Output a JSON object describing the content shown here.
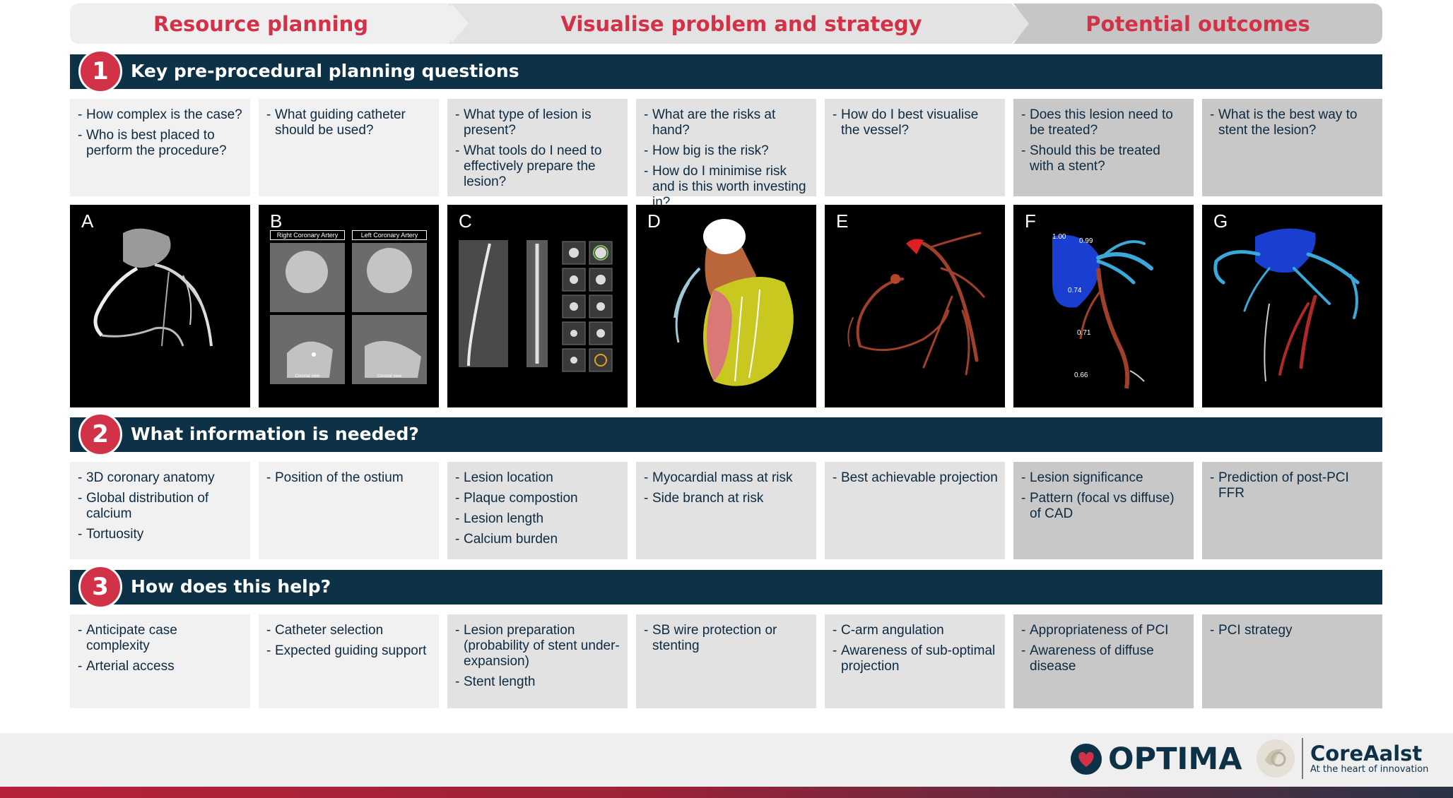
{
  "stages": [
    "Resource planning",
    "Visualise problem and strategy",
    "Potential outcomes"
  ],
  "sections": [
    {
      "num": "1",
      "title": "Key pre-procedural planning questions"
    },
    {
      "num": "2",
      "title": "What information is needed?"
    },
    {
      "num": "3",
      "title": "How does this help?"
    }
  ],
  "questions": [
    [
      "How complex is the case?",
      "Who is best placed to perform the procedure?"
    ],
    [
      "What guiding catheter should be used?"
    ],
    [
      "What type of lesion is present?",
      "What tools do I need to effectively prepare the lesion?"
    ],
    [
      "What are the risks at hand?",
      "How big is the risk?",
      "How do I minimise risk and is this worth investing in?"
    ],
    [
      "How do I best visualise the vessel?"
    ],
    [
      "Does this lesion need to be treated?",
      "Should this be treated with a stent?"
    ],
    [
      "What is the best way to stent the lesion?"
    ]
  ],
  "panels": {
    "labels": [
      "A",
      "B",
      "C",
      "D",
      "E",
      "F",
      "G"
    ],
    "b_titles": [
      "Right Coronary Artery",
      "Left Coronary Artery"
    ],
    "b_captions": [
      "Coronal view",
      "Coronal view"
    ],
    "f_values": [
      "1.00",
      "0.99",
      "0.74",
      "0.71",
      "0.66"
    ]
  },
  "information": [
    [
      "3D coronary anatomy",
      "Global distribution of calcium",
      "Tortuosity"
    ],
    [
      "Position of the ostium"
    ],
    [
      "Lesion location",
      "Plaque compostion",
      "Lesion length",
      "Calcium burden"
    ],
    [
      "Myocardial mass at risk",
      "Side branch at risk"
    ],
    [
      "Best achievable projection"
    ],
    [
      "Lesion significance",
      "Pattern (focal vs diffuse) of CAD"
    ],
    [
      "Prediction of post-PCI FFR"
    ]
  ],
  "help": [
    [
      "Anticipate case complexity",
      "Arterial access"
    ],
    [
      "Catheter selection",
      "Expected guiding support"
    ],
    [
      "Lesion preparation (probability of stent under-expansion)",
      "Stent length"
    ],
    [
      "SB wire protection or stenting"
    ],
    [
      "C-arm angulation",
      "Awareness of sub-optimal projection"
    ],
    [
      "Appropriateness of PCI",
      "Awareness of diffuse disease"
    ],
    [
      "PCI strategy"
    ]
  ],
  "footer": {
    "optima": "OPTIMA",
    "core_name": "CoreAalst",
    "core_tagline": "At the heart of innovation"
  },
  "colors": {
    "accent_red": "#d23247",
    "navy": "#0d3147",
    "cell_light": "#f1f1f1",
    "cell_mid": "#e2e2e2",
    "cell_dark": "#c8c8c8"
  }
}
